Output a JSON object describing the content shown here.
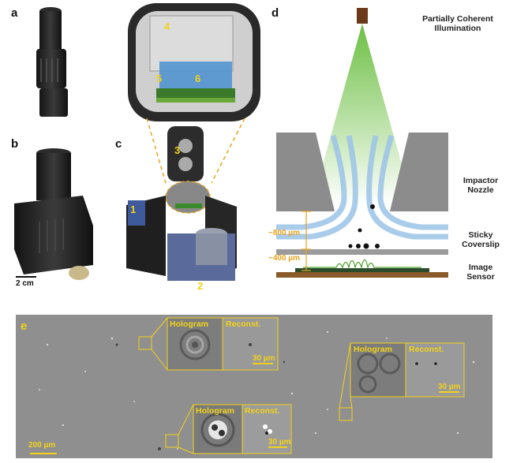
{
  "panels": {
    "a": "a",
    "b": "b",
    "c": "c",
    "d": "d",
    "e": "e"
  },
  "device": {
    "scale_bar": "2 cm",
    "part_labels": [
      "1",
      "2",
      "3",
      "4",
      "5",
      "6"
    ]
  },
  "schematic": {
    "illumination": [
      "Partially Coherent",
      "Illumination"
    ],
    "nozzle": [
      "Impactor",
      "Nozzle"
    ],
    "coverslip": [
      "Sticky",
      "Coverslip"
    ],
    "sensor": [
      "Image",
      "Sensor"
    ],
    "gap_top": "~800 µm",
    "gap_bottom": "~400 µm"
  },
  "micrograph": {
    "scale_bar": "200 µm",
    "insets": [
      {
        "hologram": "Hologram",
        "reconst": "Reconst.",
        "scale": "30 µm"
      },
      {
        "hologram": "Hologram",
        "reconst": "Reconst.",
        "scale": "30 µm"
      },
      {
        "hologram": "Hologram",
        "reconst": "Reconst.",
        "scale": "30 µm"
      }
    ]
  },
  "colors": {
    "accent_yellow": "#f2d21a",
    "annotation_orange": "#e8a21d",
    "beam_green": "#5cb82e",
    "nozzle_gray": "#8c8c8c",
    "sensor_brown": "#8b5a2b",
    "flow_blue": "#9cc4e8"
  }
}
